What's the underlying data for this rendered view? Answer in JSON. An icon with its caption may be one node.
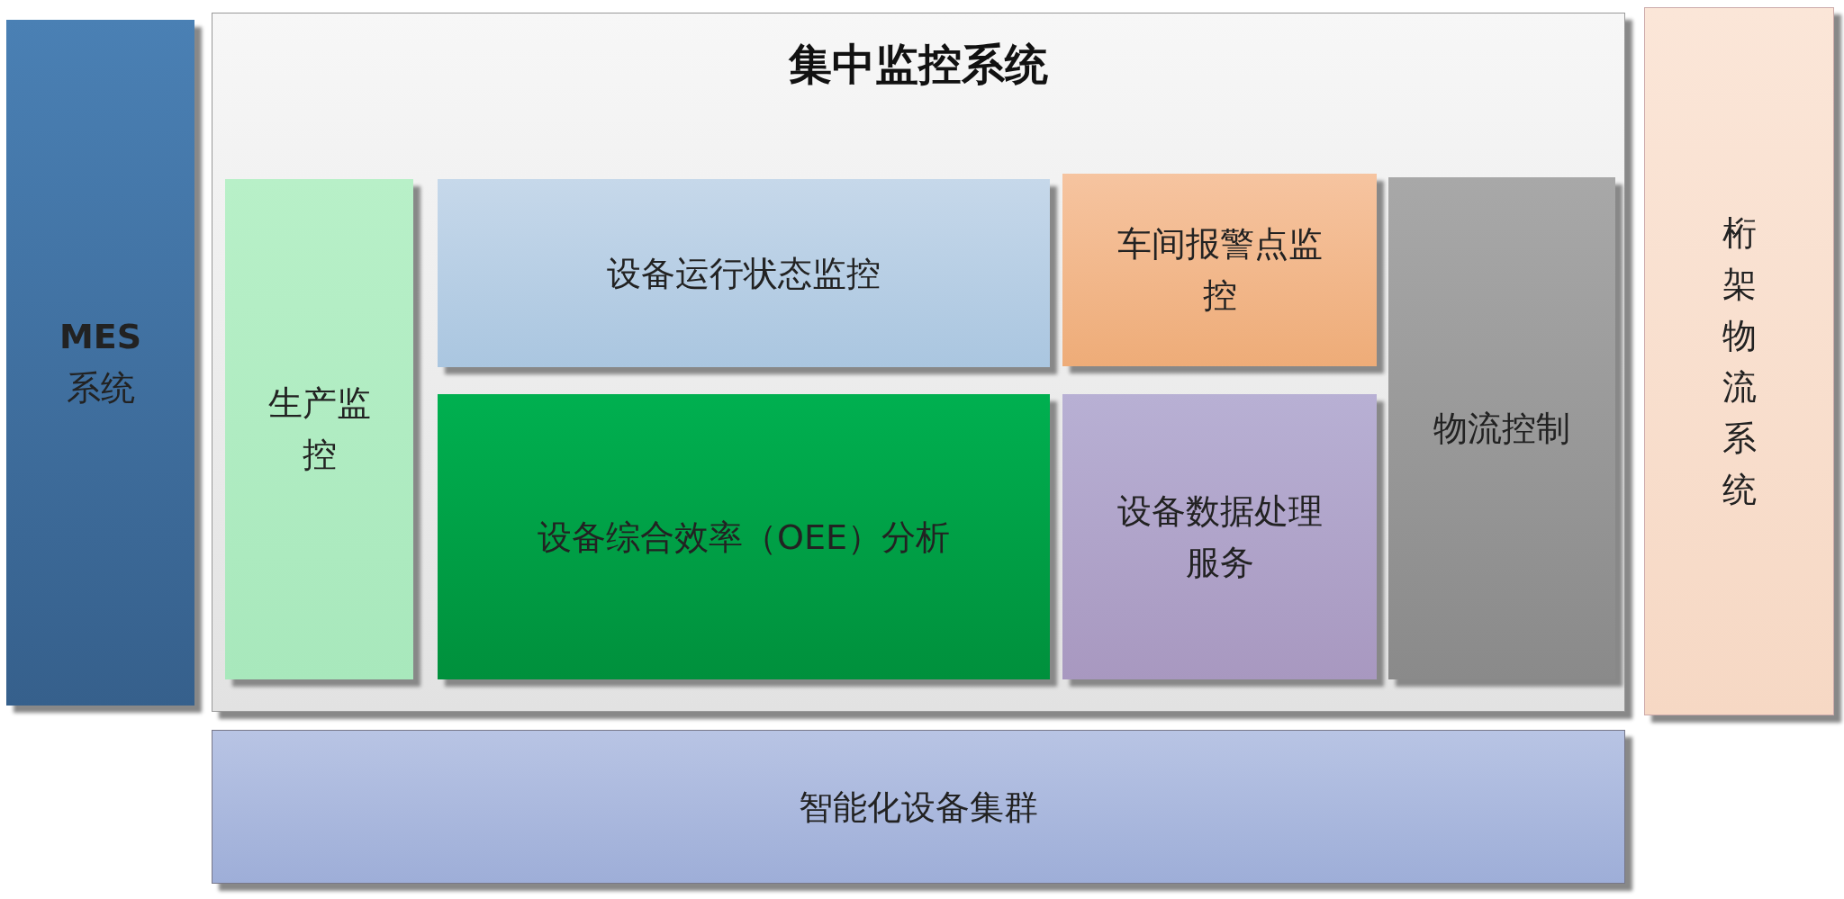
{
  "diagram": {
    "nodes": [
      {
        "text": [
          "**MES**系统"
        ]
      },
      {
        "text": [
          "集中监控系统"
        ]
      },
      {
        "text": [
          "生产监控"
        ],
        "in": 1
      },
      {
        "text": [
          "设备运行状态监控"
        ],
        "in": 1
      },
      {
        "text": [
          "车间报警点监控"
        ],
        "in": 1
      },
      {
        "text": [
          "设备综合效率（OEE）分析"
        ],
        "in": 1
      },
      {
        "text": [
          "设备数据处理服务"
        ],
        "in": 1
      },
      {
        "text": [
          "物流控制"
        ],
        "in": 1
      },
      {
        "text": [
          "桁架物流系统"
        ]
      },
      {
        "text": [
          "智能化设备集群"
        ]
      }
    ]
  }
}
